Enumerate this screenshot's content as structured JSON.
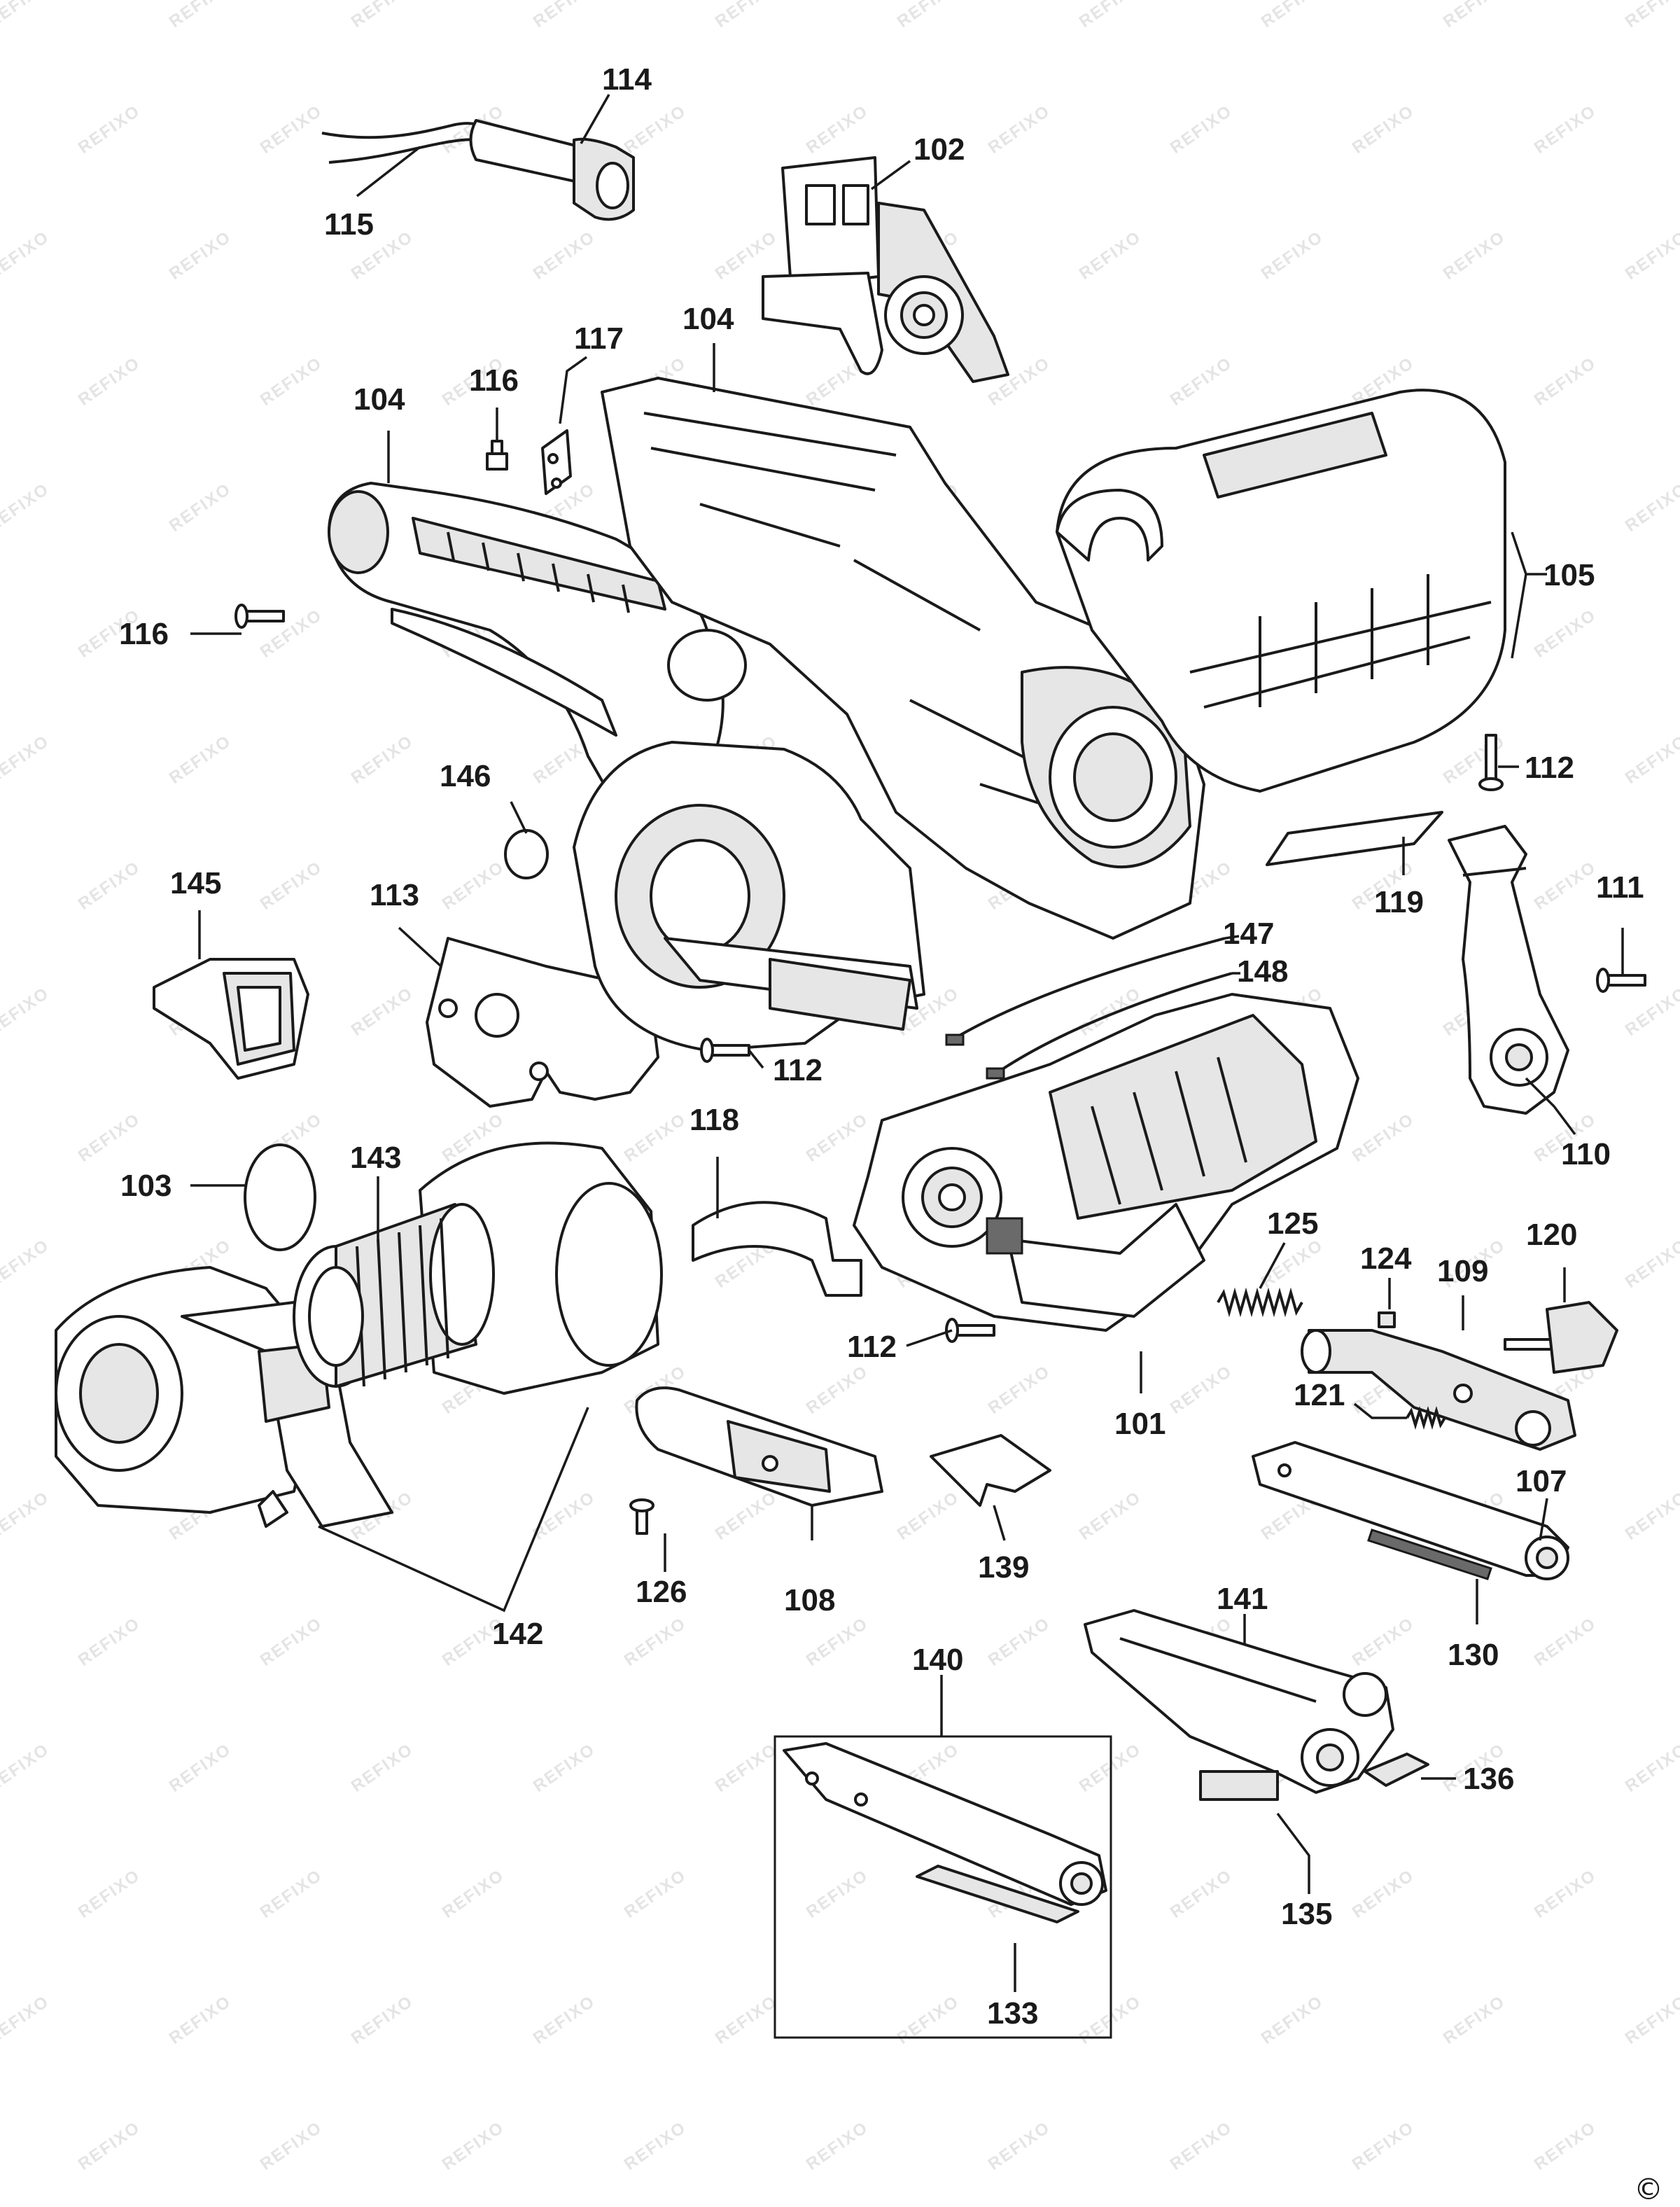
{
  "watermark": "REFIXO",
  "copyright_symbol": "©",
  "colors": {
    "line": "#1a1a1a",
    "part_shade": "#e6e6e6",
    "part_dark": "#6a6a6a",
    "watermark": "#e4e4e4",
    "background": "#ffffff"
  },
  "parts": [
    {
      "id": "p101",
      "label": "101",
      "icon": "motor-housing"
    },
    {
      "id": "p102",
      "label": "102",
      "icon": "switch"
    },
    {
      "id": "p103",
      "label": "103",
      "icon": "o-ring"
    },
    {
      "id": "p104a",
      "label": "104",
      "icon": "handle-half"
    },
    {
      "id": "p104b",
      "label": "104",
      "icon": "handle-half"
    },
    {
      "id": "p105",
      "label": "105",
      "icon": "motor-cover"
    },
    {
      "id": "p107",
      "label": "107",
      "icon": "belt-arm"
    },
    {
      "id": "p108",
      "label": "108",
      "icon": "latch"
    },
    {
      "id": "p109",
      "label": "109",
      "icon": "tension-lever"
    },
    {
      "id": "p110",
      "label": "110",
      "icon": "lever"
    },
    {
      "id": "p111",
      "label": "111",
      "icon": "screw"
    },
    {
      "id": "p112a",
      "label": "112",
      "icon": "screw"
    },
    {
      "id": "p112b",
      "label": "112",
      "icon": "screw"
    },
    {
      "id": "p112c",
      "label": "112",
      "icon": "screw"
    },
    {
      "id": "p113",
      "label": "113",
      "icon": "gasket"
    },
    {
      "id": "p114",
      "label": "114",
      "icon": "cord-protector"
    },
    {
      "id": "p115",
      "label": "115",
      "icon": "power-cord"
    },
    {
      "id": "p116a",
      "label": "116",
      "icon": "screw"
    },
    {
      "id": "p116b",
      "label": "116",
      "icon": "screw"
    },
    {
      "id": "p117",
      "label": "117",
      "icon": "cord-clamp"
    },
    {
      "id": "p118",
      "label": "118",
      "icon": "guard-plate"
    },
    {
      "id": "p119",
      "label": "119",
      "icon": "label-plate"
    },
    {
      "id": "p120",
      "label": "120",
      "icon": "knob"
    },
    {
      "id": "p121",
      "label": "121",
      "icon": "spring"
    },
    {
      "id": "p124",
      "label": "124",
      "icon": "pad"
    },
    {
      "id": "p125",
      "label": "125",
      "icon": "spring"
    },
    {
      "id": "p126",
      "label": "126",
      "icon": "pin"
    },
    {
      "id": "p130",
      "label": "130",
      "icon": "platen"
    },
    {
      "id": "p133",
      "label": "133",
      "icon": "platen"
    },
    {
      "id": "p135",
      "label": "135",
      "icon": "pad"
    },
    {
      "id": "p136",
      "label": "136",
      "icon": "pad"
    },
    {
      "id": "p139",
      "label": "139",
      "icon": "clip"
    },
    {
      "id": "p140",
      "label": "140",
      "icon": "belt-arm-kit"
    },
    {
      "id": "p141",
      "label": "141",
      "icon": "belt-arm"
    },
    {
      "id": "p142",
      "label": "142",
      "icon": "dust-canister"
    },
    {
      "id": "p143",
      "label": "143",
      "icon": "filter"
    },
    {
      "id": "p145",
      "label": "145",
      "icon": "dust-port"
    },
    {
      "id": "p146",
      "label": "146",
      "icon": "o-ring"
    },
    {
      "id": "p147",
      "label": "147",
      "icon": "wire"
    },
    {
      "id": "p148",
      "label": "148",
      "icon": "wire"
    }
  ]
}
